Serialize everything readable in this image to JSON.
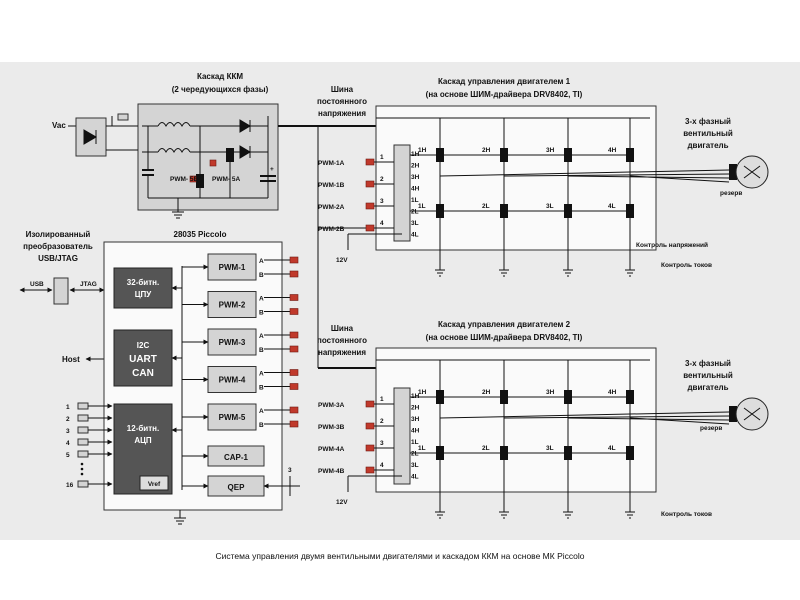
{
  "pfc": {
    "title_line1": "Каскад ККМ",
    "title_line2": "(2 чередующихся фазы)",
    "vac": "Vac",
    "pwm5b": "PWM-\n5B",
    "pwm5a": "PWM-\n5A"
  },
  "dc_bus": {
    "line1": "Шина",
    "line2": "постоянного",
    "line3": "напряжения"
  },
  "motor1": {
    "title_line1": "Каскад управления двигателем 1",
    "title_line2": "(на основе ШИМ-драйвера DRV8402, TI)",
    "inputs": [
      "PWM-1A",
      "PWM-1B",
      "PWM-2A",
      "PWM-2B"
    ],
    "input_nums": [
      "1",
      "2",
      "3",
      "4"
    ],
    "driver_pins": [
      "1H",
      "2H",
      "3H",
      "4H",
      "1L",
      "2L",
      "3L",
      "4L"
    ],
    "switches_high": [
      "1H",
      "2H",
      "3H",
      "4H"
    ],
    "switches_low": [
      "1L",
      "2L",
      "3L",
      "4L"
    ],
    "supply": "12V",
    "motor_label_line1": "3-х фазный",
    "motor_label_line2": "вентильный",
    "motor_label_line3": "двигатель",
    "spare": "резерв",
    "voltage_monitor": "Контроль напряжений",
    "current_monitor": "Контроль токов"
  },
  "motor2": {
    "title_line1": "Каскад управления двигателем 2",
    "title_line2": "(на основе ШИМ-драйвера DRV8402, TI)",
    "inputs": [
      "PWM-3A",
      "PWM-3B",
      "PWM-4A",
      "PWM-4B"
    ],
    "input_nums": [
      "1",
      "2",
      "3",
      "4"
    ],
    "driver_pins": [
      "1H",
      "2H",
      "3H",
      "4H",
      "1L",
      "2L",
      "3L",
      "4L"
    ],
    "switches_high": [
      "1H",
      "2H",
      "3H",
      "4H"
    ],
    "switches_low": [
      "1L",
      "2L",
      "3L",
      "4L"
    ],
    "supply": "12V",
    "motor_label_line1": "3-х фазный",
    "motor_label_line2": "вентильный",
    "motor_label_line3": "двигатель",
    "spare": "резерв",
    "current_monitor": "Контроль токов"
  },
  "mcu": {
    "title": "28035 Piccolo",
    "cpu_line1": "32-битн.",
    "cpu_line2": "ЦПУ",
    "i2c": "I2C",
    "uart": "UART",
    "can": "CAN",
    "adc_line1": "12-битн.",
    "adc_line2": "АЦП",
    "vref": "Vref",
    "pwm_modules": [
      "PWM-1",
      "PWM-2",
      "PWM-3",
      "PWM-4",
      "PWM-5"
    ],
    "pwm_pins": [
      "A",
      "B"
    ],
    "cap": "CAP-1",
    "qep": "QEP",
    "qep_num": "3",
    "adc_inputs": [
      "1",
      "2",
      "3",
      "4",
      "5",
      "16"
    ]
  },
  "emulator": {
    "line1": "Изолированный",
    "line2": "преобразователь",
    "line3": "USB/JTAG",
    "usb": "USB",
    "jtag": "JTAG",
    "host": "Host"
  },
  "caption": "Система управления двумя вентильными двигателями и каскадом ККМ на основе МК Piccolo"
}
